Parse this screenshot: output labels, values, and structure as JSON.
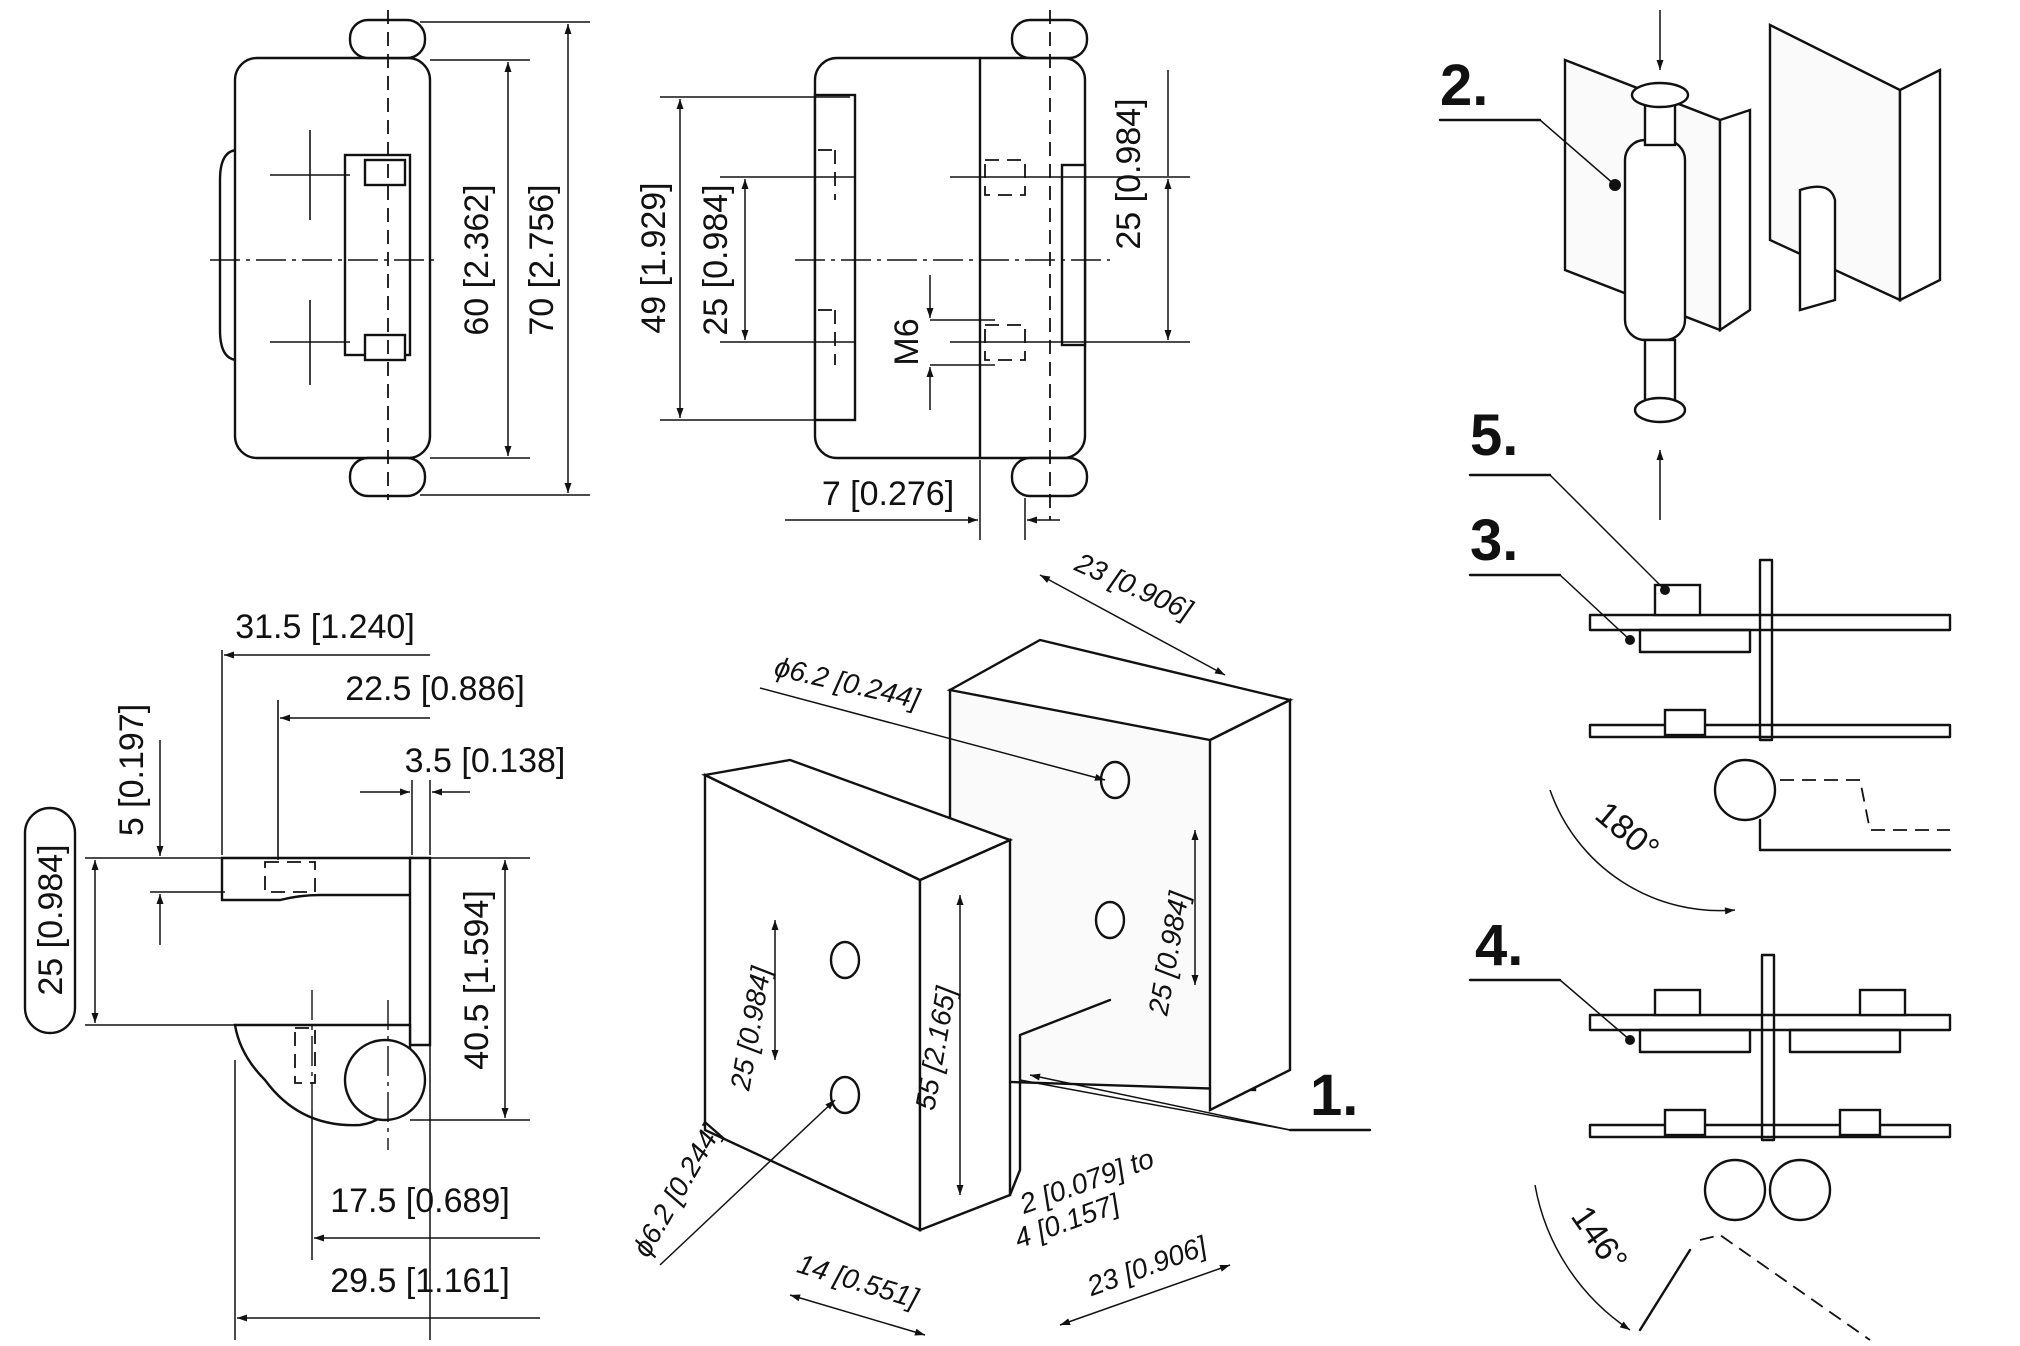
{
  "callouts": {
    "c1": "1.",
    "c2": "2.",
    "c3": "3.",
    "c4": "4.",
    "c5": "5."
  },
  "front_view": {
    "dim_60": "60 [2.362]",
    "dim_70": "70 [2.756]"
  },
  "side_view": {
    "dim_49": "49 [1.929]",
    "dim_25_left": "25 [0.984]",
    "dim_25_right": "25 [0.984]",
    "thread": "M6",
    "dim_7": "7 [0.276]"
  },
  "top_view": {
    "dim_31_5": "31.5 [1.240]",
    "dim_22_5": "22.5 [0.886]",
    "dim_3_5": "3.5 [0.138]",
    "dim_5": "5 [0.197]",
    "dim_25_boxed": "25 [0.984]",
    "dim_40_5": "40.5 [1.594]",
    "dim_17_5": "17.5 [0.689]",
    "dim_29_5": "29.5 [1.161]"
  },
  "iso_view": {
    "dim_23_top": "23 [0.906]",
    "hole_top": "ϕ6.2 [0.244]",
    "dim_25_right": "25 [0.984]",
    "dim_25_left": "25 [0.984]",
    "dim_55": "55 [2.165]",
    "hole_bottom": "ϕ6.2 [0.244]",
    "dim_2_to": "2 [0.079] to",
    "dim_4": "4 [0.157]",
    "dim_14": "14 [0.551]",
    "dim_23_bottom": "23 [0.906]"
  },
  "angles": {
    "a180": "180°",
    "a146": "146°"
  }
}
